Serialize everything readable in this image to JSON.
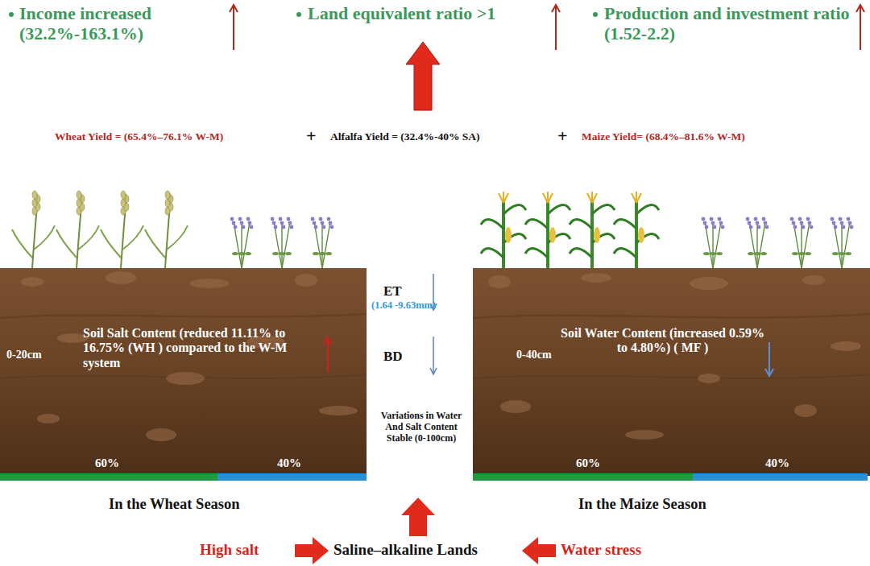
{
  "diagram": {
    "nodes": [
      {
        "text": [
          "0-20cm",
          "Soil Salt Content (reduced 11.11% to 16.75% (WH ) compared to the W-M system",
          "60%",
          "40%"
        ]
      },
      {
        "text": [
          "0-40cm",
          "Soil Water Content (increased 0.59% to 4.80%) ( MF )",
          "60%",
          "40%"
        ]
      }
    ],
    "labels": [
      "Income increased (32.2%-163.1%)",
      "Land equivalent ratio >1",
      "Production and investment ratio (1.52-2.2)",
      "Wheat Yield = (65.4%–76.1% W-M)",
      "+",
      "Alfalfa Yield = (32.4%-40% SA)",
      "+",
      "Maize Yield= (68.4%–81.6% W-M)",
      "ET",
      "(1.64 -9.63mm)",
      "BD",
      "Variations in Water And Salt Content Stable (0-100cm)",
      "In the Wheat Season",
      "In the Maize Season",
      "High salt",
      "Saline–alkaline Lands",
      "Water stress"
    ]
  }
}
